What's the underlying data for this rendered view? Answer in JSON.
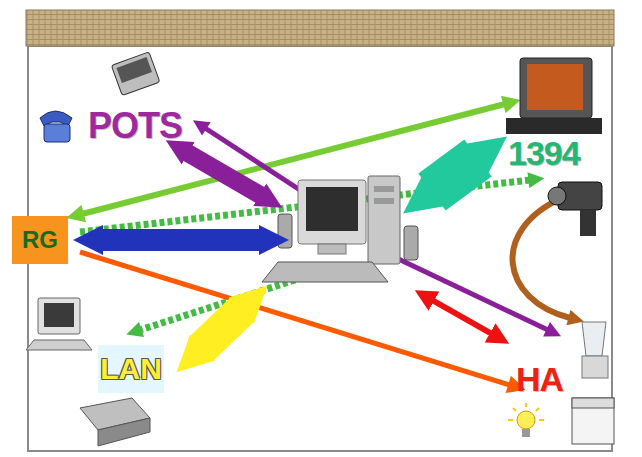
{
  "diagram": {
    "nodes": [
      {
        "text": [
          "RG"
        ]
      },
      {
        "text": [
          "LAN"
        ]
      }
    ],
    "labels": [
      "POTS",
      "1394",
      "HA"
    ]
  }
}
